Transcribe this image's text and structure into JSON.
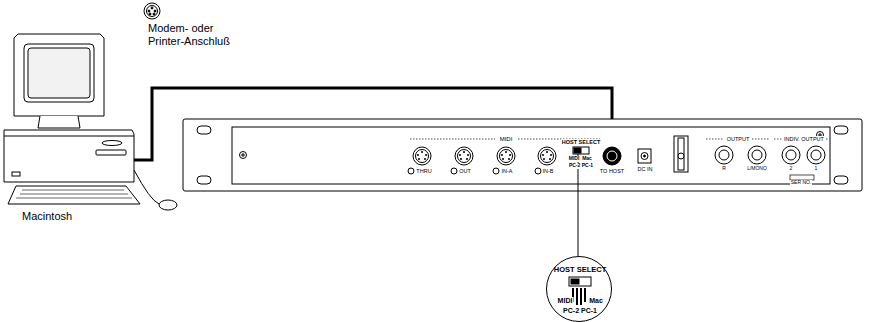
{
  "diagram": {
    "nodes": [
      {
        "text": [
          "HOST SELECT",
          "MIDI",
          "Mac",
          "PC-2 PC-1"
        ]
      }
    ],
    "labels": [
      "Modem- oder Printer-Anschluß",
      "Macintosh",
      "MIDI",
      "THRU",
      "OUT",
      "IN-A",
      "IN-B",
      "HOST SELECT",
      "MIDI",
      "Mac",
      "PC-2 PC-1",
      "TO HOST",
      "DC IN",
      "OUTPUT",
      "R",
      "L/MONO",
      "INDIV. OUTPUT",
      "2",
      "1",
      "SER NO."
    ]
  }
}
